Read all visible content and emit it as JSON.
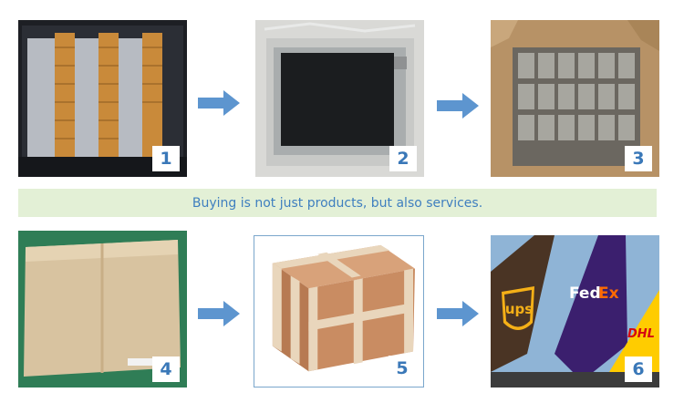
{
  "banner": {
    "text": "Buying is not just products, but also services."
  },
  "steps": [
    {
      "number": "1",
      "subject": "stacked LCD modules with flex cables"
    },
    {
      "number": "2",
      "subject": "LCD panel in protective bag"
    },
    {
      "number": "3",
      "subject": "modules packed in carton"
    },
    {
      "number": "4",
      "subject": "sealed cardboard box"
    },
    {
      "number": "5",
      "subject": "wooden crate"
    },
    {
      "number": "6",
      "subject": "courier aircraft tails"
    }
  ],
  "carriers": {
    "ups": "ups",
    "fedex_fed": "Fed",
    "fedex_ex": "Ex",
    "dhl": "DHL"
  },
  "colors": {
    "accent_blue": "#3a78b8",
    "arrow_blue": "#5d95cf",
    "banner_bg": "#e3f0d6",
    "banner_text": "#3f7fbf"
  }
}
